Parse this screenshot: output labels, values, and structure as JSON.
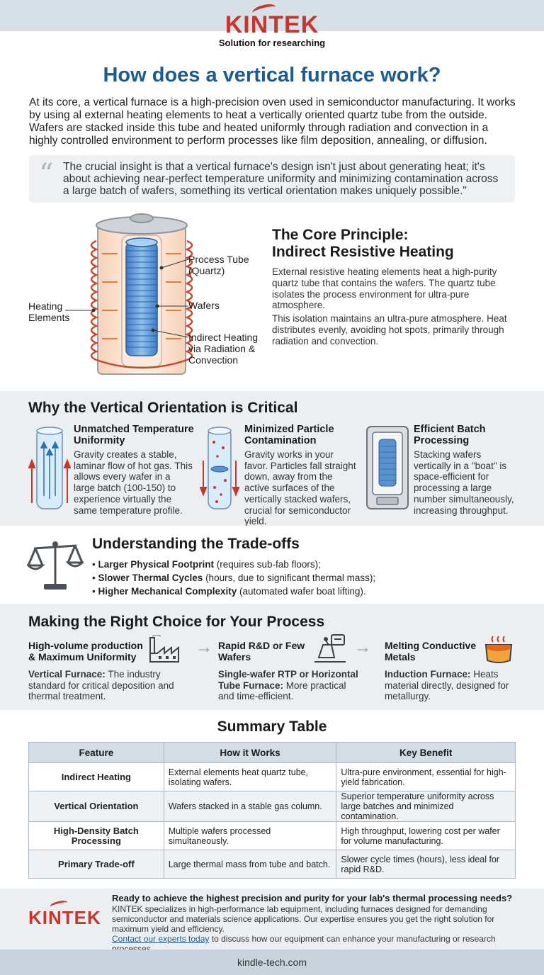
{
  "brand": {
    "name": "KINTEK",
    "tagline": "Solution for researching",
    "brand_color": "#c8352d",
    "title_color": "#1f5b8e"
  },
  "title": "How does a vertical furnace work?",
  "intro": "At its core, a vertical furnace is a high-precision oven used in semiconductor manufacturing. It works by using аl external heating elements to heat a vertically oriented quartz tube from the outside. Wafers are stacked inside this tube and heated uniformly through radiation and convection in a highly controlled environment to perform processes like film deposition, annealing, or diffusion.",
  "quote": "The crucial insight is that a vertical furnace's design isn't just about generating heat; it's about achieving near-perfect temperature uniformity and minimizing contamination across a large batch of wafers, something its vertical orientation makes uniquely possible.\"",
  "diagram": {
    "label_tube_1": "Process Tube",
    "label_tube_2": "(Quartz)",
    "label_wafers": "Wafers",
    "label_heat_1": "Heating",
    "label_heat_2": "Elements",
    "label_indirect_1": "Indirect Heating",
    "label_indirect_2": "via Radiation &",
    "label_indirect_3": "Convection",
    "icons": [
      "heating-coil-icon",
      "quartz-tube-icon",
      "wafer-stack-icon"
    ]
  },
  "core": {
    "title_1": "The Core Principle:",
    "title_2": "Indirect Resistive Heating",
    "p1": "External resistive heating elements heat a high-purity quartz tube that contains the wafers. The quartz tube isolates the process environment for ultra-pure atmosphere.",
    "p2": "This isolation maintains an ultra-pure atmosphere. Heat distributes evenly, avoiding hot spots, primarily through radiation and convection."
  },
  "vertical": {
    "title": "Why the Vertical Orientation is Critical",
    "cards": [
      {
        "title_1": "Unmatched Temperature",
        "title_2": "Uniformity",
        "text": "Gravity creates a stable, laminar flow of hot gas. This allows every wafer in a large batch (100-150) to experience virtually the same temperature profile.",
        "icon": "gas-flow-tube-icon"
      },
      {
        "title_1": "Minimized Particle",
        "title_2": "Contamination",
        "text": "Gravity works in your favor. Particles fall straight down, away from the active surfaces of the vertically stacked wafers, crucial for semiconductor yield.",
        "icon": "particle-tube-icon"
      },
      {
        "title_1": "Efficient Batch",
        "title_2": "Processing",
        "text": "Stacking wafers vertically in a \"boat\" is space-efficient for processing a large number simultaneously, increasing throughput.",
        "icon": "wafer-boat-icon"
      }
    ]
  },
  "tradeoffs": {
    "title": "Understanding the Trade-offs",
    "icon": "balance-scale-icon",
    "items": [
      {
        "bold": "Larger Physical Footprint",
        "rest": " (requires sub-fab floors);"
      },
      {
        "bold": "Slower Thermal Cycles",
        "rest": " (hours, due to significant thermal mass);"
      },
      {
        "bold": "Higher Mechanical Complexity",
        "rest": " (automated wafer boat lifting)."
      }
    ]
  },
  "choice": {
    "title": "Making the Right Choice for Your Process",
    "cards": [
      {
        "title_1": "High-volume production",
        "title_2": "& Maximum Uniformity",
        "bold": "Vertical Furnace:",
        "text": " The industry standard for critical deposition and thermal treatment.",
        "icon": "factory-icon"
      },
      {
        "title_1": "Rapid R&D or Few",
        "title_2": "Wafers",
        "bold": "Single-wafer RTP or Horizontal Tube Furnace:",
        "text": " More practical and time-efficient.",
        "icon": "lab-microscope-icon"
      },
      {
        "title_1": "Melting Conductive",
        "title_2": "Metals",
        "bold": "Induction Furnace:",
        "text": " Heats material directly, designed for metallurgy.",
        "icon": "crucible-icon"
      }
    ]
  },
  "summary": {
    "title": "Summary Table",
    "headers": [
      "Feature",
      "How it Works",
      "Key Benefit"
    ],
    "rows": [
      [
        "Indirect Heating",
        "External elements heat quartz tube, isolating wafers.",
        "Ultra-pure environment, essential for high-yield fabrication."
      ],
      [
        "Vertical Orientation",
        "Wafers stacked in a stable gas column.",
        "Superior temperature uniformity across large batches and minimized contamination."
      ],
      [
        "High-Density Batch Processing",
        "Multiple wafers processed simultaneously.",
        "High throughput, lowering cost per wafer for volume manufacturing."
      ],
      [
        "Primary Trade-off",
        "Large thermal mass from tube and batch.",
        "Slower cycle times (hours), less ideal for rapid R&D."
      ]
    ]
  },
  "cta": {
    "heading": "Ready to achieve the highest precision and purity for your lab's thermal processing needs?",
    "body": "KINTEK specializes in high-performance lab equipment, including furnaces designed for demanding semiconductor and materials science applications. Our expertise ensures you get the right solution for maximum yield and efficiency.",
    "link": "Contact our experts today",
    "after_link": " to discuss how our equipment can enhance your manufacturing or research processes."
  },
  "footer": "kindle-tech.com"
}
